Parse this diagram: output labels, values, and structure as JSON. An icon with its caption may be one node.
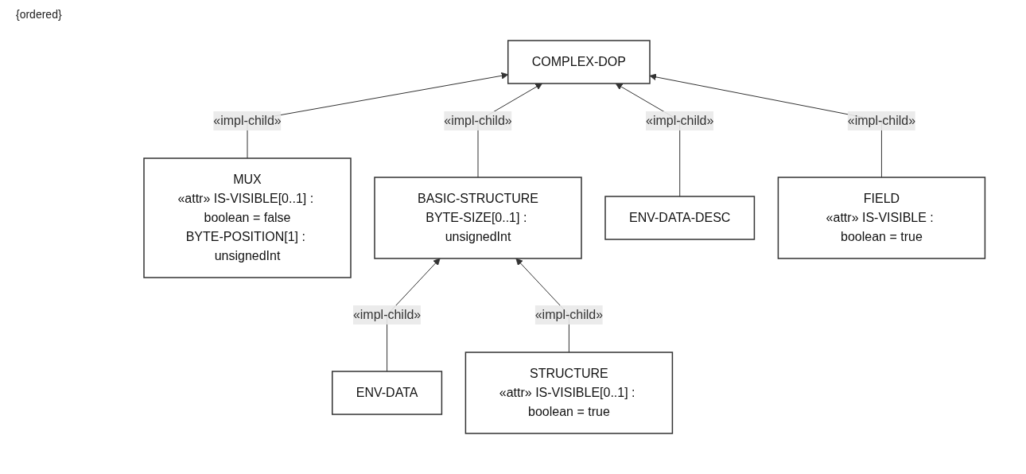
{
  "diagram": {
    "nodes": [
      {
        "text": [
          "COMPLEX-DOP"
        ]
      },
      {
        "text": [
          "MUX",
          "«attr» IS-VISIBLE[0..1] : boolean = false",
          "BYTE-POSITION[1] : unsignedInt"
        ]
      },
      {
        "text": [
          "BASIC-STRUCTURE",
          "BYTE-SIZE[0..1] : unsignedInt"
        ]
      },
      {
        "text": [
          "ENV-DATA-DESC"
        ]
      },
      {
        "text": [
          "FIELD",
          "«attr» IS-VISIBLE : boolean = true"
        ]
      },
      {
        "text": [
          "ENV-DATA"
        ]
      },
      {
        "text": [
          "STRUCTURE",
          "«attr» IS-VISIBLE[0..1] : boolean = true"
        ]
      }
    ],
    "edges": [
      {
        "from": 1,
        "to": 0,
        "arrow": "to",
        "label": "«impl-child»"
      },
      {
        "from": 2,
        "to": 0,
        "arrow": "to",
        "label": "«impl-child»"
      },
      {
        "from": 3,
        "to": 0,
        "arrow": "to",
        "label": "«impl-child»"
      },
      {
        "from": 4,
        "to": 0,
        "arrow": "to",
        "label": "«impl-child»"
      },
      {
        "from": 5,
        "to": 2,
        "arrow": "to",
        "label": "«impl-child»"
      },
      {
        "from": 6,
        "to": 2,
        "arrow": "to",
        "label": "«impl-child»"
      }
    ],
    "labels": [
      "{ordered}"
    ]
  }
}
